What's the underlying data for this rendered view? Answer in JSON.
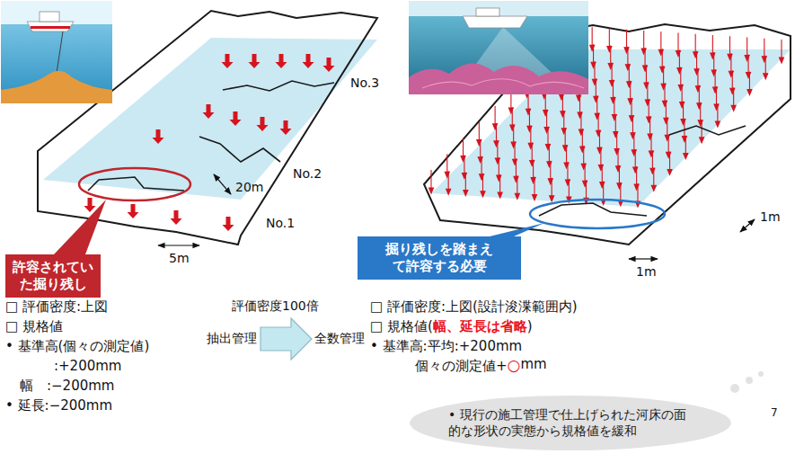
{
  "diagram": {
    "nodes": [
      {
        "text": [
          "許容されていた掘り残し"
        ]
      },
      {
        "text": [
          "掘り残しを踏まえて許容する必要"
        ]
      },
      {
        "text": [
          "• 現行の施工管理で仕上げられた河床の面的な形状の実態から規格値を緩和"
        ]
      }
    ],
    "labels": [
      "No.3",
      "No.2",
      "No.1",
      "20m",
      "5m",
      "1m",
      "1m",
      "□ 評価密度:上図",
      "□ 規格値",
      "• 基準高(個々の測定値)",
      ":+200mm",
      "幅　:−200mm",
      "• 延長:−200mm",
      "評価密度100倍",
      "抽出管理",
      "全数管理",
      "□ 評価密度:上図(設計浚渫範囲内)",
      "□ 規格値(",
      "幅、延長は省略",
      ")",
      "• 基準高:平均:+200mm",
      "個々の測定値+",
      "○",
      "mm",
      "7"
    ]
  }
}
